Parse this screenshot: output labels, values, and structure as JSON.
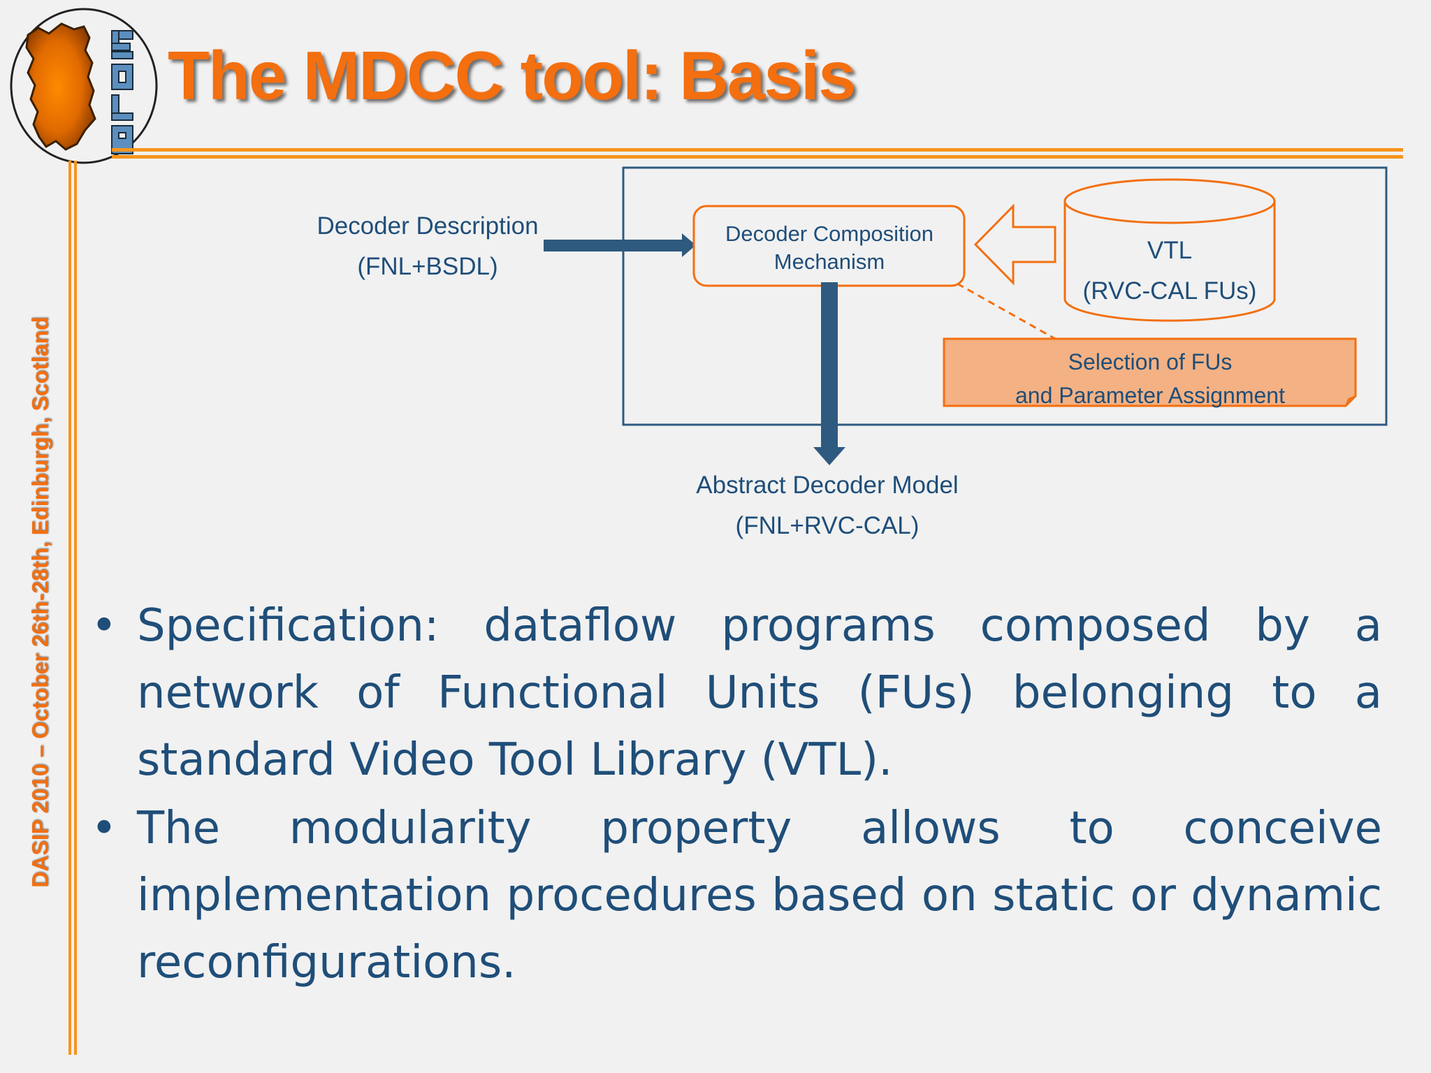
{
  "slide": {
    "title": "The MDCC tool: Basis",
    "side_caption": "DASIP 2010 – October 26th-28th, Edinburgh, Scotland",
    "logo_text": "EOLAB"
  },
  "diagram": {
    "input_title": "Decoder Description",
    "input_subtitle": "(FNL+BSDL)",
    "mechanism_line1": "Decoder Composition",
    "mechanism_line2": "Mechanism",
    "library_line1": "VTL",
    "library_line2": "(RVC-CAL FUs)",
    "note_line1": "Selection of FUs",
    "note_line2": "and Parameter Assignment",
    "output_title": "Abstract Decoder Model",
    "output_subtitle": "(FNL+RVC-CAL)"
  },
  "bullets": [
    "Specification: dataflow programs composed by a network of Functional Units (FUs) belonging to a standard Video Tool Library (VTL).",
    "The modularity property allows to conceive implementation procedures based on static or dynamic reconfigurations."
  ],
  "colors": {
    "accent_orange": "#f36f10",
    "rule_orange": "#f7941d",
    "text_blue": "#1f4e79",
    "arrow_blue": "#2e5a80",
    "note_fill": "#f4b183"
  }
}
